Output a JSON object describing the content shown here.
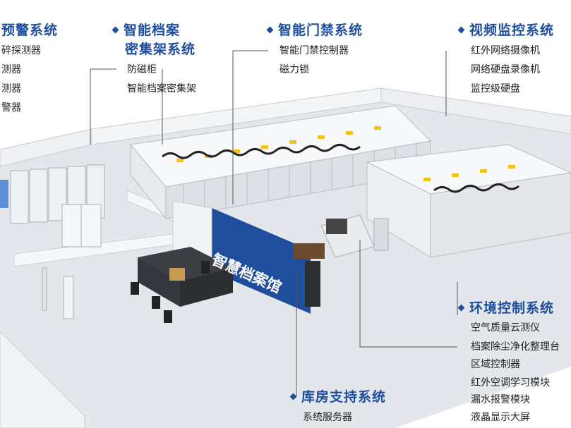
{
  "colors": {
    "title": "#1f4f9c",
    "accent_yellow": "#f3c417",
    "screen_blue": "#2a6cc9",
    "wall": "#eef0f2",
    "floor": "#dfe3e7"
  },
  "alarm_system": {
    "title": "预警系统",
    "items": [
      "碎探测器",
      "测器",
      "测器",
      "警器"
    ]
  },
  "archive_system": {
    "title_line1": "智能档案",
    "title_line2": "密集架系统",
    "items": [
      "防磁柜",
      "智能档案密集架"
    ]
  },
  "access_system": {
    "title": "智能门禁系统",
    "items": [
      "智能门禁控制器",
      "磁力锁"
    ]
  },
  "video_system": {
    "title": "视频监控系统",
    "items": [
      "红外网络摄像机",
      "网络硬盘录像机",
      "监控级硬盘"
    ]
  },
  "env_system": {
    "title": "环境控制系统",
    "items": [
      "空气质量云测仪",
      "档案除尘净化整理台",
      "区域控制器",
      "红外空调学习模块",
      "漏水报警模块",
      "液晶显示大屏"
    ]
  },
  "storage_system": {
    "title": "库房支持系统",
    "items": [
      "系统服务器"
    ]
  },
  "hall_label": "智慧档案馆"
}
